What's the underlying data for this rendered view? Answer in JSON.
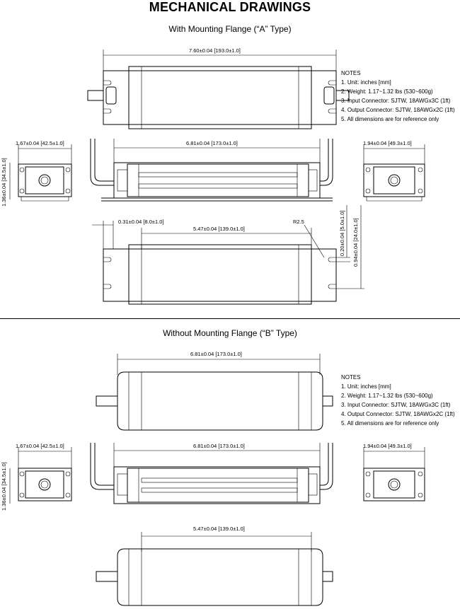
{
  "title": "MECHANICAL DRAWINGS",
  "section_a": {
    "subtitle": "With Mounting Flange (“A” Type)",
    "dims": {
      "overall_length": "7.60±0.04 [193.0±1.0]",
      "body_length": "6.81±0.04 [173.0±1.0]",
      "end_width_left": "1.67±0.04 [42.5±1.0]",
      "end_height_left": "1.36±0.04 [34.5±1.0]",
      "end_width_right": "1.94±0.04 [49.3±1.0]",
      "flange_offset": "0.31±0.04 [8.0±1.0]",
      "hole_spacing": "5.47±0.04 [139.0±1.0]",
      "radius": "R2.5",
      "slot_width": "0.20±0.04 [5.0±1.0]",
      "flange_width": "0.94±0.04 [24.0±1.0]"
    },
    "notes": {
      "heading": "NOTES",
      "items": [
        "1. Unit: inches [mm]",
        "2. Weight: 1.17~1.32 lbs (530~600g)",
        "3. Input Connector: SJTW, 18AWGx3C (1ft)",
        "4. Output Connector: SJTW, 18AWGx2C (1ft)",
        "5. All dimensions are for reference only"
      ]
    }
  },
  "section_b": {
    "subtitle": "Without Mounting Flange (“B” Type)",
    "dims": {
      "overall_length": "6.81±0.04 [173.0±1.0]",
      "body_length": "6.81±0.04 [173.0±1.0]",
      "end_width_left": "1.67±0.04 [42.5±1.0]",
      "end_height_left": "1.36±0.04 [34.5±1.0]",
      "end_width_right": "1.94±0.04 [49.3±1.0]",
      "hole_spacing": "5.47±0.04 [139.0±1.0]"
    },
    "notes": {
      "heading": "NOTES",
      "items": [
        "1. Unit: inches [mm]",
        "2. Weight: 1.17~1.32 lbs (530~600g)",
        "3. Input Connector: SJTW, 18AWGx3C (1ft)",
        "4. Output Connector: SJTW, 18AWGx2C (1ft)",
        "5. All dimensions are for reference only"
      ]
    }
  }
}
